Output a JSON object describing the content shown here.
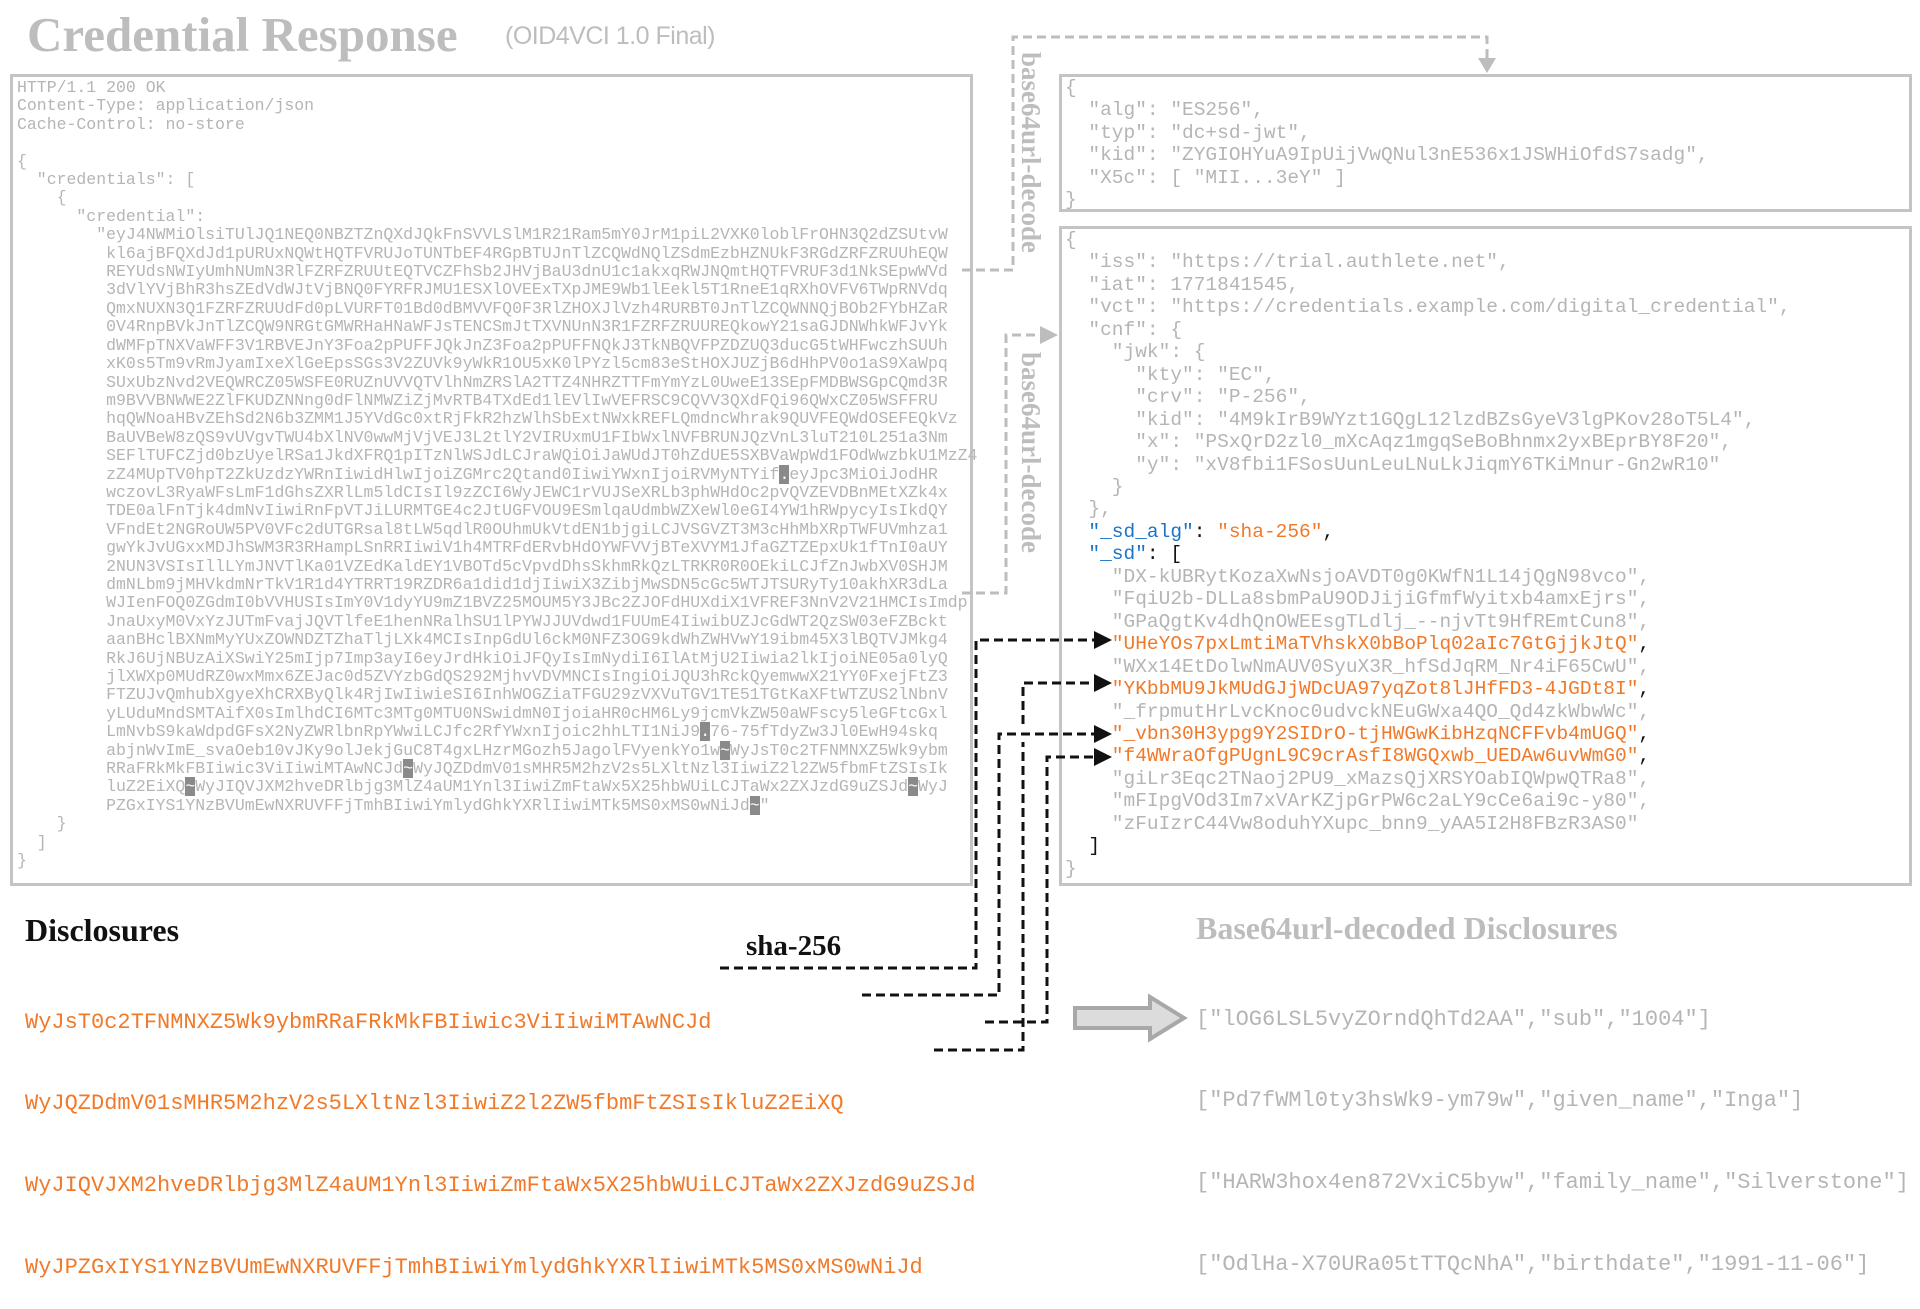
{
  "header": {
    "title": "Credential Response",
    "subtitle": "(OID4VCI 1.0 Final)"
  },
  "colors": {
    "gray": "#b5b5b5",
    "orange": "#f07a2a",
    "blue": "#1a73c8",
    "black": "#111111",
    "border": "#c4c4c4"
  },
  "response": {
    "header_lines": [
      "HTTP/1.1 200 OK",
      "Content-Type: application/json",
      "Cache-Control: no-store",
      "",
      "{",
      "  \"credentials\": [",
      "    {",
      "      \"credential\":"
    ],
    "credential_lines": [
      "        \"eyJ4NWMiOlsiTUlJQ1NEQ0NBZTZnQXdJQkFnSVVLSlM1R21Ram5mY0JrM1piL2VXK0loblFrOHN3Q2dZSUtvW",
      "         kl6ajBFQXdJd1pURUxNQWtHQTFVRUJoTUNTbEF4RGpBTUJnTlZCQWdNQlZSdmEzbHZNUkF3RGdZRFZRUUhEQW",
      "         REYUdsNWIyUmhNUmN3RlFZRFZRUUtEQTVCZFhSb2JHVjBaU3dnU1c1akxqRWJNQmtHQTFVRUF3d1NkSEpwWVd",
      "         3dVlYVjBhR3hsZEdVdWJtVjBNQ0FYRFRJMU1ESXlOVEExTXpJME9Wb1lEekl5T1RneE1qRXhOVFV6TWpRNVdq",
      "         QmxNUXN3Q1FZRFZRUUdFd0pLVURFT01Bd0dBMVVFQ0F3RlZHOXJlVzh4RURBT0JnTlZCQWNNQjBOb2FYbHZaR",
      "         0V4RnpBVkJnTlZCQW9NRGtGMWRHaHNaWFJsTENCSmJtTXVNUnN3R1FZRFZRUUREQkowY21saGJDNWhkWFJvYk",
      "         dWMFpTNXVaWFF3V1RBVEJnY3Foa2pPUFFJQkJnZ3Foa2pPUFFNQkJ3TkNBQVFPZDZUQ3ducG5tWHFwczhSUUh",
      "         xK0s5Tm9vRmJyamIxeXlGeEpsSGs3V2ZUVk9yWkR1OU5xK0lPYzl5cm83eStHOXJUZjB6dHhPV0o1aS9XaWpq",
      "         SUxUbzNvd2VEQWRCZ05WSFE0RUZnUVVQTVlhNmZRSlA2TTZ4NHRZTTFmYmYzL0UweE13SEpFMDBWSGpCQmd3R",
      "         m9BVVBNWWE2ZlFKUDZNNng0dFlNMWZiZjMvRTB4TXdEd1lEVlIwVEFRSC9CQVV3QXdFQi96QWxCZ05WSFFRU",
      "         hqQWNoaHBvZEhSd2N6b3ZMM1J5YVdGc0xtRjFkR2hzWlhSbExtNWxkREFLQmdncWhrak9QUVFEQWdOSEFEQkVz",
      "         BaUVBeW8zQS9vUVgvTWU4bXlNV0wwMjVjVEJ3L2tlY2VIRUxmU1FIbWxlNVFBRUNJQzVnL3luT210L251a3Nm",
      "         SEFlTUFCZjd0bzUyelRSa1JkdXFRQ1pITzNlWSJdLCJraWQiOiJaWUdJT0hZdUE5SXBVaWpWd1FOdWwzbkU1MzZ4",
      "         zZ4MUpTV0hpT2ZkUzdzYWRnIiwidHlwIjoiZGMrc2Qtand0IiwiYWxnIjoiRVMyNTYif.eyJpc3MiOiJodHR",
      "         wczovL3RyaWFsLmF1dGhsZXRlLm5ldCIsIl9zZCI6WyJEWC1rVUJSeXRLb3phWHdOc2pvQVZEVDBnMEtXZk4x",
      "         TDE0alFnTjk4dmNvIiwiRnFpVTJiLURMTGE4c2JtUGFVOU9ESmlqaUdmbWZXeWl0eGI4YW1hRWpycyIsIkdQY",
      "         VFndEt2NGRoUW5PV0VFc2dUTGRsal8tLW5qdlR0OUhmUkVtdEN1bjgiLCJVSGVZT3M3cHhMbXRpTWFUVmhza1",
      "         gwYkJvUGxxMDJhSWM3R3RHampLSnRRIiwiV1h4MTRFdERvbHdOYWFVVjBTeXVYM1JfaGZTZEpxUk1fTnI0aUY",
      "         2NUN3VSIsIllLYmJNVTlKa01VZEdKaldEY1VBOTd5cVpvdDhsSkhmRkQzLTRKR0R0OEkiLCJfZnJwbXV0SHJM",
      "         dmNLbm9jMHVkdmNrTkV1R1d4YTRRT19RZDR6a1did1djIiwiX3ZibjMwSDN5cGc5WTJTSURyTy10akhXR3dLa",
      "         WJIenFOQ0ZGdmI0bVVHUSIsImY0V1dyYU9mZ1BVZ25MOUM5Y3JBc2ZJOFdHUXdiX1VFREF3NnV2V21HMCIsImdp",
      "         JnaUxyM0VxYzJUTmFvajJQVTlfeE1henNRalhSU1lPYWJJUVdwd1FUUmE4IiwibUZJcGdWT2QzSW03eFZBckt",
      "         aanBHclBXNmMyYUxZOWNDZTZhaTljLXk4MCIsInpGdUl6ckM0NFZ3OG9kdWhZWHVwY19ibm45X3lBQTVJMkg4",
      "         RkJ6UjNBUzAiXSwiY25mIjp7Imp3ayI6eyJrdHkiOiJFQyIsImNydiI6IlAtMjU2Iiwia2lkIjoiNE05a0lyQ",
      "         jlXWXp0MUdRZ0wxMmx6ZEJac0d5ZVYzbGdQS292MjhvVDVMNCIsIngiOiJQU3hRckQyemwwX21YY0FxejFtZ3",
      "         FTZUJvQmhubXgyeXhCRXByQlk4RjIwIiwieSI6InhWOGZiaTFGU29zVXVuTGV1TE51TGtKaXFtWTZUS2lNbnV",
      "         yLUduMndSMTAifX0sImlhdCI6MTc3MTg0MTU0NSwidmN0IjoiaHR0cHM6Ly9jcmVkZW50aWFscy5leGFtcGxl",
      "         LmNvbS9kaWdpdGFsX2NyZWRlbnRpYWwiLCJfc2RfYWxnIjoic2hhLTI1NiJ9.76-75fTdyZw3Jl0EwH94skq",
      "         abjnWvImE_svaOeb10vJKy9olJekjGuC8T4gxLHzrMGozh5JagolFVyenkYo1w~WyJsT0c2TFNMNXZ5Wk9ybm",
      "         RRaFRkMkFBIiwic3ViIiwiMTAwNCJd~WyJQZDdmV01sMHR5M2hzV2s5LXltNzl3IiwiZ2l2ZW5fbmFtZSIsIk",
      "         luZ2EiXQ~WyJIQVJXM2hveDRlbjg3MlZ4aUM1Ynl3IiwiZmFtaWx5X25hbWUiLCJTaWx2ZXJzdG9uZSJd~WyJ",
      "         PZGxIYS1YNzBVUmEwNXRUVFFjTmhBIiwiYmlydGhkYXRlIiwiMTk5MS0xMS0wNiJd~\""
    ],
    "footer_lines": [
      "    }",
      "  ]",
      "}"
    ]
  },
  "decode_labels": [
    "base64url-decode",
    "base64url-decode"
  ],
  "jwt_header": [
    [
      {
        "t": "{",
        "c": "g"
      }
    ],
    [
      {
        "t": "  \"alg\": \"ES256\",",
        "c": "g"
      }
    ],
    [
      {
        "t": "  \"typ\": \"dc+sd-jwt\",",
        "c": "g"
      }
    ],
    [
      {
        "t": "  \"kid\": \"ZYGIOHYuA9IpUijVwQNul3nE536x1JSWHiOfdS7sadg\",",
        "c": "g"
      }
    ],
    [
      {
        "t": "  \"X5c\": [ \"MII...3eY\" ]",
        "c": "g"
      }
    ],
    [
      {
        "t": "}",
        "c": "g"
      }
    ]
  ],
  "jwt_payload": [
    [
      {
        "t": "{",
        "c": "g"
      }
    ],
    [
      {
        "t": "  \"iss\": \"https://trial.authlete.net\",",
        "c": "g"
      }
    ],
    [
      {
        "t": "  \"iat\": 1771841545,",
        "c": "g"
      }
    ],
    [
      {
        "t": "  \"vct\": \"https://credentials.example.com/digital_credential\",",
        "c": "g"
      }
    ],
    [
      {
        "t": "  \"cnf\": {",
        "c": "g"
      }
    ],
    [
      {
        "t": "    \"jwk\": {",
        "c": "g"
      }
    ],
    [
      {
        "t": "      \"kty\": \"EC\",",
        "c": "g"
      }
    ],
    [
      {
        "t": "      \"crv\": \"P-256\",",
        "c": "g"
      }
    ],
    [
      {
        "t": "      \"kid\": \"4M9kIrB9WYzt1GQgL12lzdBZsGyeV3lgPKov28oT5L4\",",
        "c": "g"
      }
    ],
    [
      {
        "t": "      \"x\": \"PSxQrD2zl0_mXcAqz1mgqSeBoBhnmx2yxBEprBY8F20\",",
        "c": "g"
      }
    ],
    [
      {
        "t": "      \"y\": \"xV8fbi1FSosUunLeuLNuLkJiqmY6TKiMnur-Gn2wR10\"",
        "c": "g"
      }
    ],
    [
      {
        "t": "    }",
        "c": "g"
      }
    ],
    [
      {
        "t": "  },",
        "c": "g"
      }
    ],
    [
      {
        "t": "  \"_sd_alg\"",
        "c": "b"
      },
      {
        "t": ": ",
        "c": "k"
      },
      {
        "t": "\"sha-256\"",
        "c": "o"
      },
      {
        "t": ",",
        "c": "k"
      }
    ],
    [
      {
        "t": "  \"_sd\"",
        "c": "b"
      },
      {
        "t": ": [",
        "c": "k"
      }
    ],
    [
      {
        "t": "    \"DX-kUBRytKozaXwNsjoAVDT0g0KWfN1L14jQgN98vco\",",
        "c": "g"
      }
    ],
    [
      {
        "t": "    \"FqiU2b-DLLa8sbmPaU9ODJijiGfmfWyitxb4amxEjrs\",",
        "c": "g"
      }
    ],
    [
      {
        "t": "    \"GPaQgtKv4dhQnOWEEsgTLdlj_--njvTt9HfREmtCun8\",",
        "c": "g"
      }
    ],
    [
      {
        "t": "    \"UHeYOs7pxLmtiMaTVhskX0bBoPlq02aIc7GtGjjkJtQ\"",
        "c": "o"
      },
      {
        "t": ",",
        "c": "k"
      }
    ],
    [
      {
        "t": "    \"WXx14EtDolwNmAUV0SyuX3R_hfSdJqRM_Nr4iF65CwU\",",
        "c": "g"
      }
    ],
    [
      {
        "t": "    \"YKbbMU9JkMUdGJjWDcUA97yqZot8lJHfFD3-4JGDt8I\"",
        "c": "o"
      },
      {
        "t": ",",
        "c": "k"
      }
    ],
    [
      {
        "t": "    \"_frpmutHrLvcKnoc0udvckNEuGWxa4QO_Qd4zkWbwWc\",",
        "c": "g"
      }
    ],
    [
      {
        "t": "    \"_vbn30H3ypg9Y2SIDrO-tjHWGwKibHzqNCFFvb4mUGQ\"",
        "c": "o"
      },
      {
        "t": ",",
        "c": "k"
      }
    ],
    [
      {
        "t": "    \"f4WWraOfgPUgnL9C9crAsfI8WGQxwb_UEDAw6uvWmG0\"",
        "c": "o"
      },
      {
        "t": ",",
        "c": "k"
      }
    ],
    [
      {
        "t": "    \"giLr3Eqc2TNaoj2PU9_xMazsQjXRSYOabIQWpwQTRa8\",",
        "c": "g"
      }
    ],
    [
      {
        "t": "    \"mFIpgVOd3Im7xVArKZjpGrPW6c2aLY9cCe6ai9c-y80\",",
        "c": "g"
      }
    ],
    [
      {
        "t": "    \"zFuIzrC44Vw8oduhYXupc_bnn9_yAA5I2H8FBzR3AS0\"",
        "c": "g"
      }
    ],
    [
      {
        "t": "  ]",
        "c": "k"
      }
    ],
    [
      {
        "t": "}",
        "c": "g"
      }
    ]
  ],
  "disclosures": {
    "title": "Disclosures",
    "hash_label": "sha-256",
    "items": [
      "WyJsT0c2TFNMNXZ5Wk9ybmRRaFRkMkFBIiwic3ViIiwiMTAwNCJd",
      "WyJQZDdmV01sMHR5M2hzV2s5LXltNzl3IiwiZ2l2ZW5fbmFtZSIsIkluZ2EiXQ",
      "WyJIQVJXM2hveDRlbjg3MlZ4aUM1Ynl3IiwiZmFtaWx5X25hbWUiLCJTaWx2ZXJzdG9uZSJd",
      "WyJPZGxIYS1YNzBVUmEwNXRUVFFjTmhBIiwiYmlydGhkYXRlIiwiMTk5MS0xMS0wNiJd"
    ]
  },
  "decoded_disclosures": {
    "title": "Base64url-decoded Disclosures",
    "items": [
      "[\"lOG6LSL5vyZOrndQhTd2AA\",\"sub\",\"1004\"]",
      "[\"Pd7fWMl0ty3hsWk9-ym79w\",\"given_name\",\"Inga\"]",
      "[\"HARW3hox4en872VxiC5byw\",\"family_name\",\"Silverstone\"]",
      "[\"OdlHa-X70URa05tTTQcNhA\",\"birthdate\",\"1991-11-06\"]"
    ]
  }
}
